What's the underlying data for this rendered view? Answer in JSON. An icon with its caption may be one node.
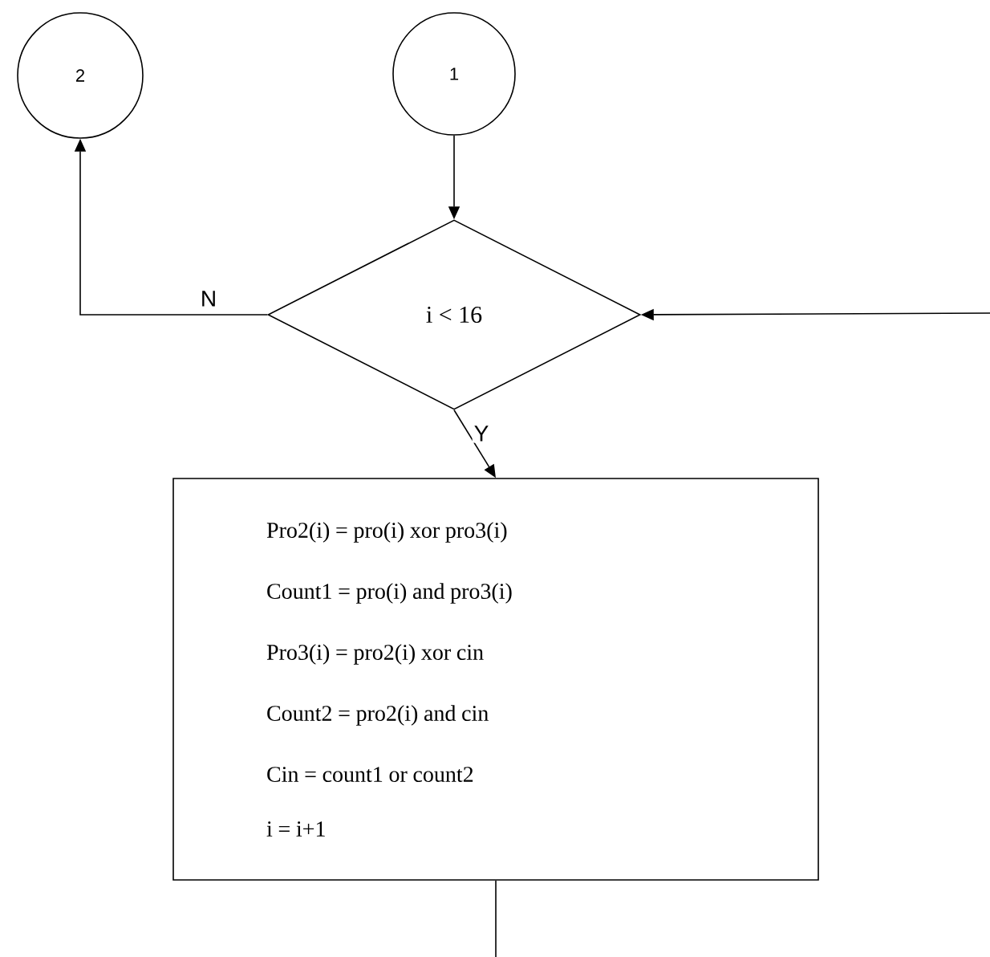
{
  "diagram": {
    "nodes": [
      {
        "text": [
          "2"
        ]
      },
      {
        "text": [
          "1"
        ]
      },
      {
        "text": [
          "i < 16"
        ]
      },
      {
        "text": [
          "Pro2(i) = pro(i) xor pro3(i)",
          "Count1 = pro(i) and pro3(i)",
          "Pro3(i) = pro2(i) xor cin",
          "Count2 = pro2(i) and cin",
          "Cin = count1 or count2",
          "i = i+1"
        ]
      }
    ],
    "edges": [
      {
        "from": 1,
        "to": 2,
        "arrow": "to"
      },
      {
        "from": 2,
        "to": 0,
        "arrow": "to",
        "label": "N"
      },
      {
        "from": 2,
        "to": 3,
        "arrow": "to",
        "label": "Y"
      },
      {
        "from": null,
        "to": 2,
        "arrow": "to"
      },
      {
        "from": 3,
        "to": null,
        "arrow": "none"
      }
    ]
  }
}
